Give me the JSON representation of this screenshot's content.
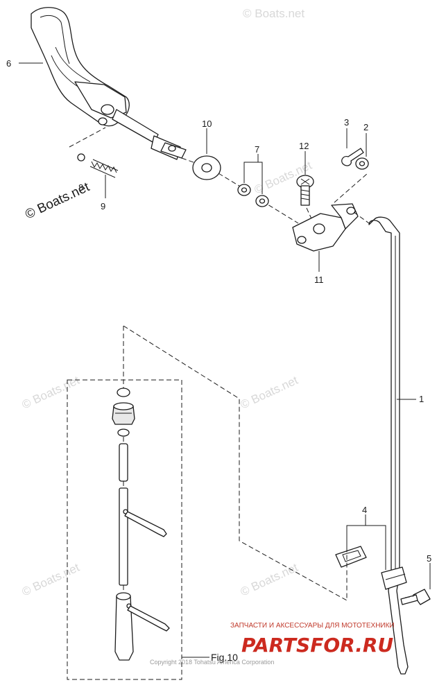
{
  "diagram": {
    "callouts": [
      "1",
      "2",
      "3",
      "4",
      "5",
      "6",
      "7",
      "8",
      "9",
      "10",
      "11",
      "12"
    ],
    "figure_reference": "Fig.10",
    "copyright": "Copyright 2018 Tohatsu America Corporation",
    "watermark": "© Boats.net",
    "watermark_dark": "© Boats.net",
    "ad_tagline": "ЗАПЧАСТИ И АКСЕССУАРЫ ДЛЯ МОТОТЕХНИКИ",
    "ad_brand": "PARTSFOR.RU",
    "colors": {
      "line": "#1a1a1a",
      "watermark": "#d8d8d8",
      "brand": "#cc2a1f"
    }
  }
}
